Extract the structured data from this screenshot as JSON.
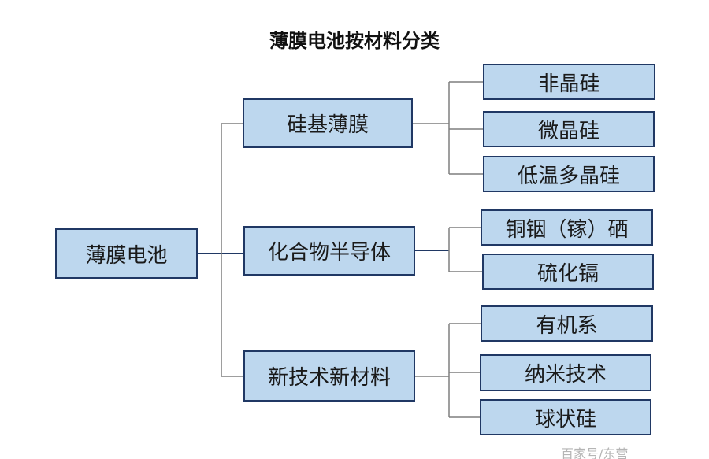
{
  "title": "薄膜电池按材料分类",
  "root": {
    "label": "薄膜电池"
  },
  "categories": [
    {
      "label": "硅基薄膜",
      "children": [
        "非晶硅",
        "微晶硅",
        "低温多晶硅"
      ]
    },
    {
      "label": "化合物半导体",
      "children": [
        "铜铟（镓）硒",
        "硫化镉"
      ]
    },
    {
      "label": "新技术新材料",
      "children": [
        "有机系",
        "纳米技术",
        "球状硅"
      ]
    }
  ],
  "watermark": "百家号/东营",
  "colors": {
    "box_fill": "#bdd7ee",
    "box_border": "#203864",
    "connector": "#7f7f7f",
    "connector_dark": "#203864"
  }
}
